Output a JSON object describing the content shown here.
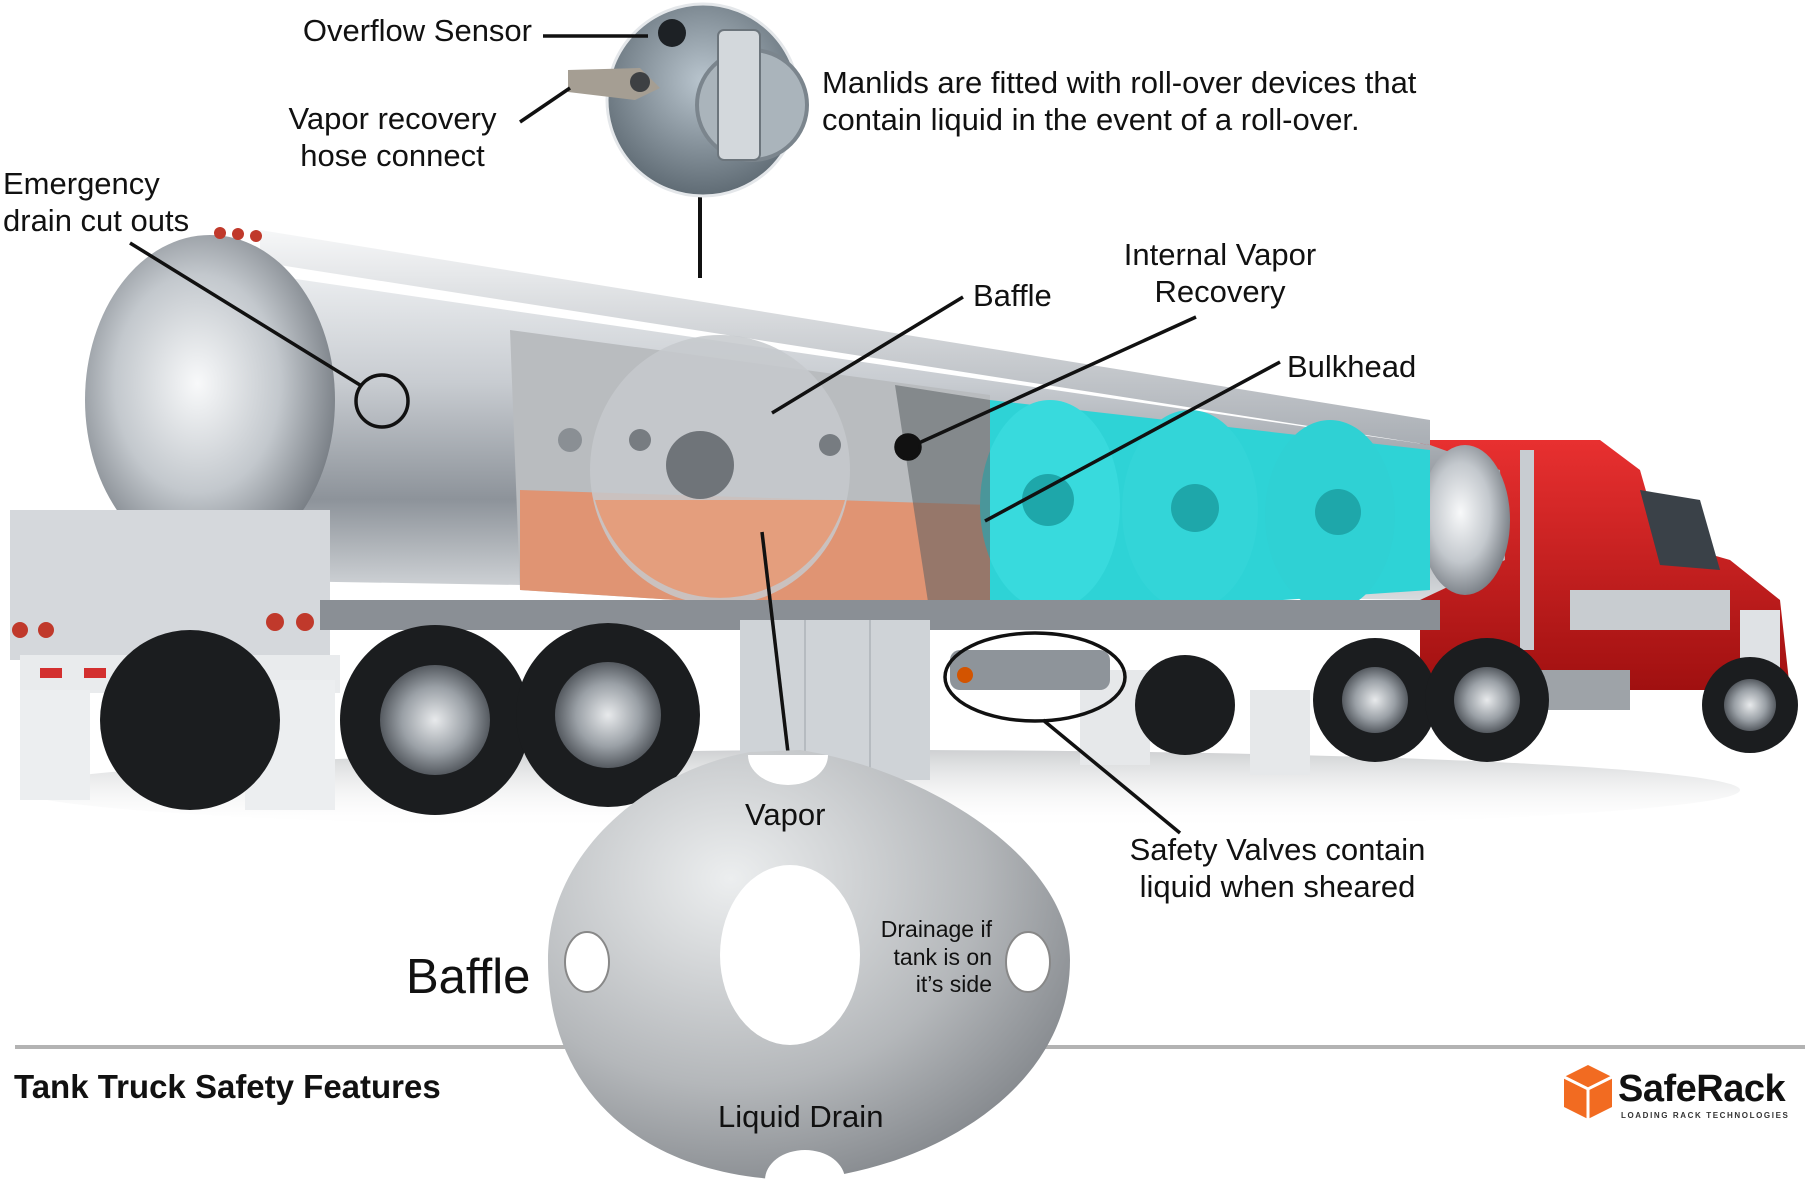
{
  "title": "Tank Truck Safety Features",
  "brand": {
    "name": "SafeRack",
    "tagline": "LOADING RACK TECHNOLOGIES",
    "logo_icon": "saferack-cube-icon",
    "accent_color": "#f26b21"
  },
  "callouts": {
    "overflow_sensor": "Overflow Sensor",
    "vapor_recovery_hose": "Vapor recovery\nhose connect",
    "manlids_note": "Manlids are fitted with roll-over devices that\ncontain liquid in the event of a roll-over.",
    "emergency_drain": "Emergency\ndrain cut outs",
    "baffle": "Baffle",
    "internal_vapor_recovery": "Internal Vapor\nRecovery",
    "bulkhead": "Bulkhead",
    "safety_valves": "Safety Valves contain\nliquid when sheared"
  },
  "baffle_detail": {
    "title": "Baffle",
    "vapor": "Vapor",
    "drainage_note": "Drainage if\ntank is on\nit’s side",
    "liquid_drain": "Liquid Drain"
  },
  "colors": {
    "cab_red": "#d42020",
    "liquid_orange": "#e3906c",
    "liquid_cyan": "#2ed3d6",
    "steel": "#b9bdc2"
  }
}
